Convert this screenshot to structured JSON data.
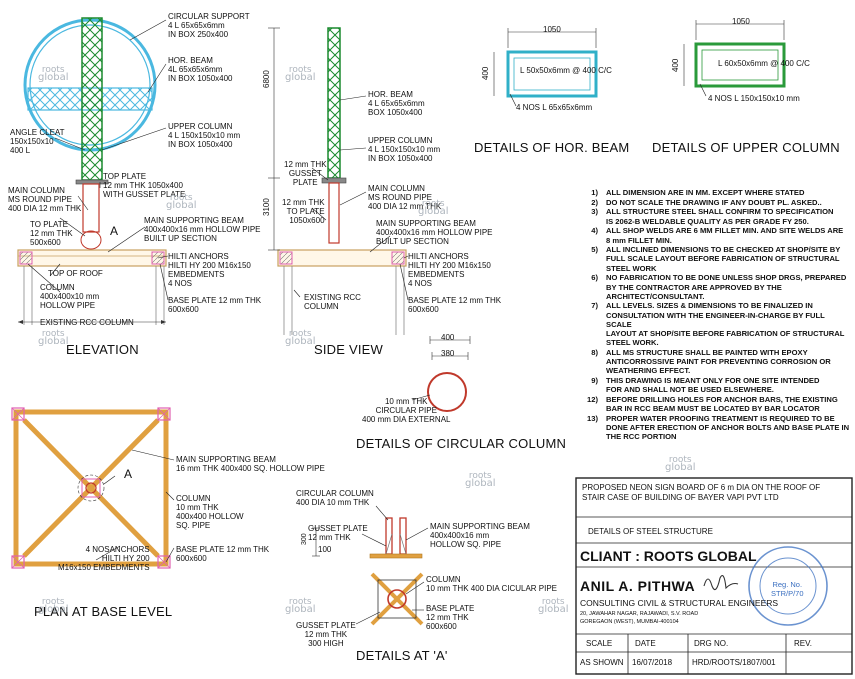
{
  "elevation": {
    "title": "ELEVATION",
    "labels": {
      "circular_support": "CIRCULAR SUPPORT\n4 L 65x65x6mm\nIN BOX 250x400",
      "hor_beam": "HOR. BEAM\n4L 65x65x6mm\nIN BOX 1050x400",
      "angle_cleat": "ANGLE CLEAT\n150x150x10\n400 L",
      "upper_column": "UPPER COLUMN\n4 L 150x150x10 mm\nIN BOX 1050x400",
      "top_plate": "TOP PLATE\n12 mm THK 1050x400\nWITH GUSSET PLATE",
      "main_column": "MAIN COLUMN\nMS ROUND PIPE\n400 DIA 12 mm THK",
      "to_plate": "TO PLATE\n12 mm THK\n500x600",
      "main_beam": "MAIN SUPPORTING BEAM\n400x400x16 mm HOLLOW PIPE\nBUILT UP SECTION",
      "marker": "A",
      "hilti": "HILTI ANCHORS\nHILTI HY 200 M16x150\nEMBEDMENTS\n4 NOS",
      "top_of_roof": "TOP OF ROOF",
      "column": "COLUMN\n400x400x10 mm\nHOLLOW PIPE",
      "base_plate": "BASE PLATE 12 mm THK\n600x600",
      "existing_rcc": "EXISTING RCC COLUMN"
    }
  },
  "side_view": {
    "title": "SIDE VIEW",
    "labels": {
      "dim_6800": "6800",
      "dim_3100": "3100",
      "hor_beam": "HOR. BEAM\n4 L 65x65x6mm\nBOX 1050x400",
      "upper_column": "UPPER COLUMN\n4 L 150x150x10 mm\nIN BOX 1050x400",
      "gusset": "12 mm THK\nGUSSET\nPLATE",
      "main_column": "MAIN COLUMN\nMS ROUND PIPE\n400 DIA 12 mm THK",
      "to_plate": "12 mm THK\nTO PLATE\n1050x600",
      "main_beam": "MAIN SUPPORTING BEAM\n400x400x16 mm HOLLOW PIPE\nBUILT UP SECTION",
      "hilti": "HILTI ANCHORS\nHILTI HY 200 M16x150\nEMBEDMENTS\n4 NOS",
      "base_plate": "BASE PLATE 12 mm THK\n600x600",
      "existing_rcc": "EXISTING RCC\nCOLUMN"
    }
  },
  "hor_beam_detail": {
    "title": "DETAILS OF HOR. BEAM",
    "dim_w": "1050",
    "dim_h": "400",
    "inner": "L 50x50x6mm @ 400 C/C",
    "corner": "4 NOS L 65x65x6mm"
  },
  "upper_column_detail": {
    "title": "DETAILS OF UPPER COLUMN",
    "dim_w": "1050",
    "dim_h": "400",
    "inner": "L 60x50x6mm @ 400 C/C",
    "corner": "4 NOS L 150x150x10 mm"
  },
  "circular_column": {
    "title": "DETAILS OF CIRCULAR COLUMN",
    "dim_outer": "400",
    "dim_inner": "380",
    "label": "10 mm THK\nCIRCULAR PIPE\n400 mm DIA EXTERNAL"
  },
  "plan": {
    "title": "PLAN AT BASE LEVEL",
    "marker": "A",
    "main_beam": "MAIN SUPPORTING BEAM\n16 mm THK 400x400 SQ. HOLLOW PIPE",
    "column": "COLUMN\n10 mm THK\n400x400 HOLLOW\nSQ. PIPE",
    "anchors": "4 NOSANCHORS\nHILTI HY 200\nM16x150 EMBEDMENTS",
    "base_plate": "BASE PLATE 12 mm THK\n600x600"
  },
  "details_a": {
    "title": "DETAILS AT 'A'",
    "circular_column": "CIRCULAR COLUMN\n400 DIA 10 mm THK",
    "gusset_top": "GUSSET PLATE\n12 mm THK",
    "main_beam": "MAIN SUPPORTING BEAM\n400x400x16 mm\nHOLLOW SQ. PIPE",
    "dim_300": "300",
    "dim_100": "100",
    "column": "COLUMN\n10 mm THK 400 DIA CICULAR PIPE",
    "base_plate": "BASE PLATE\n12 mm THK\n600x600",
    "gusset_bottom": "GUSSET PLATE\n12 mm THK\n300 HIGH"
  },
  "notes": [
    {
      "num": "1)",
      "text": "ALL DIMENSION ARE IN MM. EXCEPT WHERE STATED"
    },
    {
      "num": "2)",
      "text": "DO NOT SCALE THE DRAWING IF ANY DOUBT PL. ASKED.."
    },
    {
      "num": "3)",
      "text": "ALL STRUCTURE STEEL SHALL CONFIRM TO SPECIFICATION\nIS 2062-B WELDABLE QUALITY AS PER GRADE FY 250."
    },
    {
      "num": "4)",
      "text": "ALL SHOP WELDS ARE 6 MM FILLET MIN. AND SITE WELDS ARE\n8 mm FILLET MIN."
    },
    {
      "num": "5)",
      "text": "ALL INCLINED DIMENSIONS TO BE CHECKED AT SHOP/SITE BY\nFULL SCALE LAYOUT BEFORE FABRICATION OF STRUCTURAL\nSTEEL WORK"
    },
    {
      "num": "6)",
      "text": "NO FABRICATION TO BE DONE UNLESS SHOP DRGS, PREPARED\nBY THE CONTRACTOR ARE APPROVED BY THE\nARCHITECT/CONSULTANT."
    },
    {
      "num": "7)",
      "text": "ALL LEVELS. SIZES & DIMENSIONS TO BE FINALIZED IN\nCONSULTATION WITH THE ENGINEER-IN-CHARGE BY FULL SCALE\nLAYOUT AT SHOP/SITE BEFORE FABRICATION OF STRUCTURAL\nSTEEL WORK."
    },
    {
      "num": "8)",
      "text": "ALL MS STRUCTURE SHALL BE PAINTED WITH EPOXY\nANTICORROSSIVE PAINT FOR PREVENTING CORROSION OR\nWEATHERING EFFECT."
    },
    {
      "num": "9)",
      "text": "THIS DRAWING IS MEANT ONLY FOR ONE SITE INTENDED\nFOR AND SHALL NOT BE USED ELSEWHERE."
    },
    {
      "num": "12)",
      "text": "BEFORE DRILLING HOLES FOR ANCHOR BARS, THE EXISTING\nBAR IN RCC BEAM MUST BE LOCATED BY BAR LOCATOR"
    },
    {
      "num": "13)",
      "text": "PROPER WATER PROOFING TREATMENT IS REQUIRED TO BE\nDONE AFTER ERECTION OF ANCHOR BOLTS AND BASE PLATE IN\nTHE RCC PORTION"
    }
  ],
  "title_block": {
    "project": "PROPOSED NEON SIGN BOARD OF 6 m DIA ON THE ROOF OF\nSTAIR CASE OF BUILDING OF BAYER VAPI PVT LTD",
    "subject": "DETAILS OF STEEL STRUCTURE",
    "client": "CLIANT : ROOTS GLOBAL",
    "engineer": "ANIL A. PITHWA",
    "firm": "CONSULTING CIVIL & STRUCTURAL ENGINEERS",
    "address": "20, JAWAHAR NAGAR, RAJAWADI, S.V. ROAD\nGOREGAON (WEST), MUMBAI-400104",
    "stamp": "Reg. No.\nSTR/P/70",
    "headers": [
      "SCALE",
      "DATE",
      "DRG NO.",
      "REV."
    ],
    "values": [
      "AS SHOWN",
      "16/07/2018",
      "HRD/ROOTS/1807/001",
      ""
    ]
  },
  "watermark": {
    "top": "roots",
    "bottom": "global"
  },
  "colors": {
    "steel": "#1a8a2e",
    "beam": "#7fd0e8",
    "hor_beam_box": "#30b0c8",
    "upper_col_box": "#2a9a3a",
    "plan_beam": "#e0a040",
    "column_red": "#c0392b",
    "anchor": "#e060b0",
    "roof": "#c8a060"
  }
}
